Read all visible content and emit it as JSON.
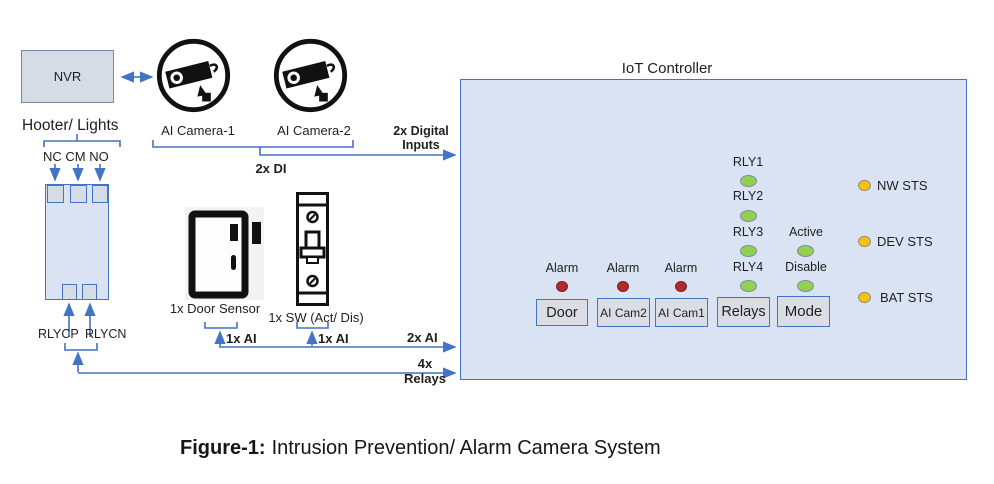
{
  "figure": {
    "label": "Figure-1:",
    "title": "Intrusion Prevention/ Alarm Camera System"
  },
  "nvr": {
    "label": "NVR"
  },
  "hooter": {
    "title": "Hooter/ Lights",
    "top_terminals": "NC CM NO",
    "bottom_terminals": {
      "left": "RLYCP",
      "right": "RLYCN"
    }
  },
  "cameras": [
    {
      "label": "AI Camera-1"
    },
    {
      "label": "AI Camera-2"
    }
  ],
  "sensors": {
    "door": {
      "label": "1x Door Sensor"
    },
    "switch": {
      "label": "1x SW (Act/ Dis)"
    }
  },
  "links": {
    "camera_group": "2x DI",
    "digital_inputs_line1": "2x Digital",
    "digital_inputs_line2": "Inputs",
    "door_ai": "1x AI",
    "switch_ai": "1x AI",
    "analog_total": "2x AI",
    "relays_qty": "4x",
    "relays_word": "Relays"
  },
  "iot": {
    "title": "IoT Controller",
    "alarm_indicators": [
      {
        "label": "Alarm",
        "button": "Door"
      },
      {
        "label": "Alarm",
        "button": "AI Cam2"
      },
      {
        "label": "Alarm",
        "button": "AI Cam1"
      }
    ],
    "relay_indicators": {
      "labels": [
        "RLY1",
        "RLY2",
        "RLY3",
        "RLY4"
      ],
      "button": "Relays"
    },
    "mode_indicators": {
      "labels": [
        "Active",
        "Disable"
      ],
      "button": "Mode"
    },
    "status_indicators": [
      {
        "label": "NW STS"
      },
      {
        "label": "DEV STS"
      },
      {
        "label": "BAT STS"
      }
    ]
  },
  "icons": {
    "camera": "cctv-camera-icon",
    "door": "door-sensor-icon",
    "switch": "activate-disable-switch-icon"
  },
  "colors": {
    "accent_blue": "#4472c4",
    "panel_fill": "#dae3f3",
    "nvr_fill": "#d6dce5",
    "button_fill": "#dadee4",
    "led_green": "#92d050",
    "led_red": "#b02a30",
    "led_amber": "#ffc000"
  }
}
